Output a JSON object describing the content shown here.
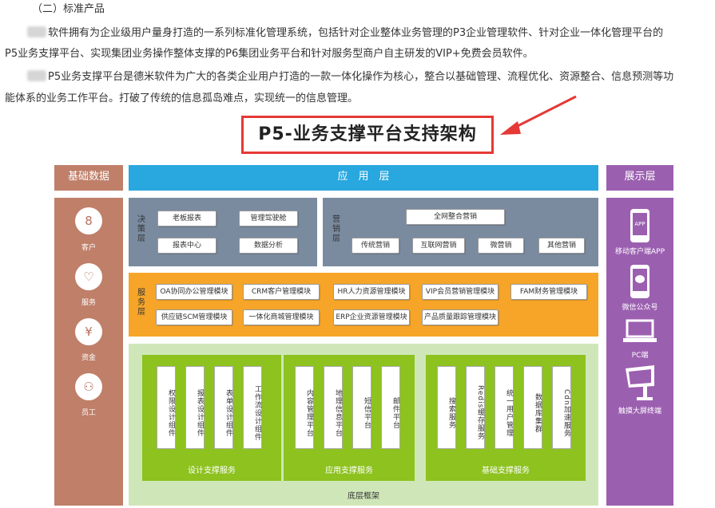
{
  "doc": {
    "section_heading": "（二）标准产品",
    "para1_line1": "软件拥有为企业级用户量身打造的一系列标准化管理系统，包括针对企业整体业务管理的P3企业管理软件、针对企业一体化管理平台的",
    "para1_line2": "P5业务支撑平台、实现集团业务操作整体支撑的P6集团业务平台和针对服务型商户自主研发的VIP+免费会员软件。",
    "para2_line1": "P5业务支撑平台是德米软件为广大的各类企业用户打造的一款一体化操作为核心，整合以基础管理、流程优化、资源整合、信息预测等功",
    "para2_line2": "能体系的业务工作平台。打破了传统的信息孤岛难点，实现统一的信息管理。"
  },
  "diagram": {
    "title": "P5-业务支撑平台支持架构",
    "left_header": "基础数据",
    "top_header": "应　用　层",
    "right_header": "展示层",
    "left_items": [
      {
        "label": "客户",
        "icon": "customers-icon",
        "glyph": "8"
      },
      {
        "label": "服务",
        "icon": "heart-icon",
        "glyph": "♡"
      },
      {
        "label": "资金",
        "icon": "yen-icon",
        "glyph": "¥"
      },
      {
        "label": "员工",
        "icon": "user-icon",
        "glyph": "⚇"
      }
    ],
    "decision": {
      "label": "决策层",
      "items": [
        "老板报表",
        "管理驾驶舱",
        "报表中心",
        "数据分析"
      ]
    },
    "marketing": {
      "label": "营销层",
      "items": [
        "全网整合营销",
        "传统营销",
        "互联网营销",
        "微营销",
        "其他营销"
      ]
    },
    "service": {
      "label": "服务层",
      "row1": [
        "OA协同办公管理模块",
        "CRM客户管理模块",
        "HR人力资源管理模块",
        "VIP会员营销管理模块",
        "FAM财务管理模块"
      ],
      "row2": [
        "供应链SCM管理模块",
        "一体化商城管理模块",
        "ERP企业资源管理模块",
        "产品质量跟踪管理模块"
      ]
    },
    "base": {
      "label": "底层框架",
      "groups": [
        {
          "label": "设计支撑服务",
          "items": [
            "权限设计组件",
            "报表设计组件",
            "表单设计组件",
            "工作流设计组件"
          ]
        },
        {
          "label": "应用支撑服务",
          "items": [
            "内容管理平台",
            "地理信息平台",
            "短信平台",
            "邮件平台"
          ]
        },
        {
          "label": "基础支撑服务",
          "items": [
            "搜索服务",
            "Redis缓存服务",
            "统一用户管理",
            "数据库集群",
            "Cdn加速服务"
          ]
        }
      ]
    },
    "right_items": [
      {
        "label": "移动客户端APP",
        "icon": "phone-icon"
      },
      {
        "label": "微信公众号",
        "icon": "wechat-icon"
      },
      {
        "label": "PC端",
        "icon": "laptop-icon"
      },
      {
        "label": "触摸大屏终端",
        "icon": "kiosk-icon"
      }
    ],
    "colors": {
      "brown": "#bf7f69",
      "blue": "#29a7df",
      "slate": "#7a8ba0",
      "orange": "#f6a529",
      "green": "#8dc21f",
      "lightgreen": "#cfe7b8",
      "purple": "#9b5fb0",
      "red": "#e53935"
    }
  }
}
